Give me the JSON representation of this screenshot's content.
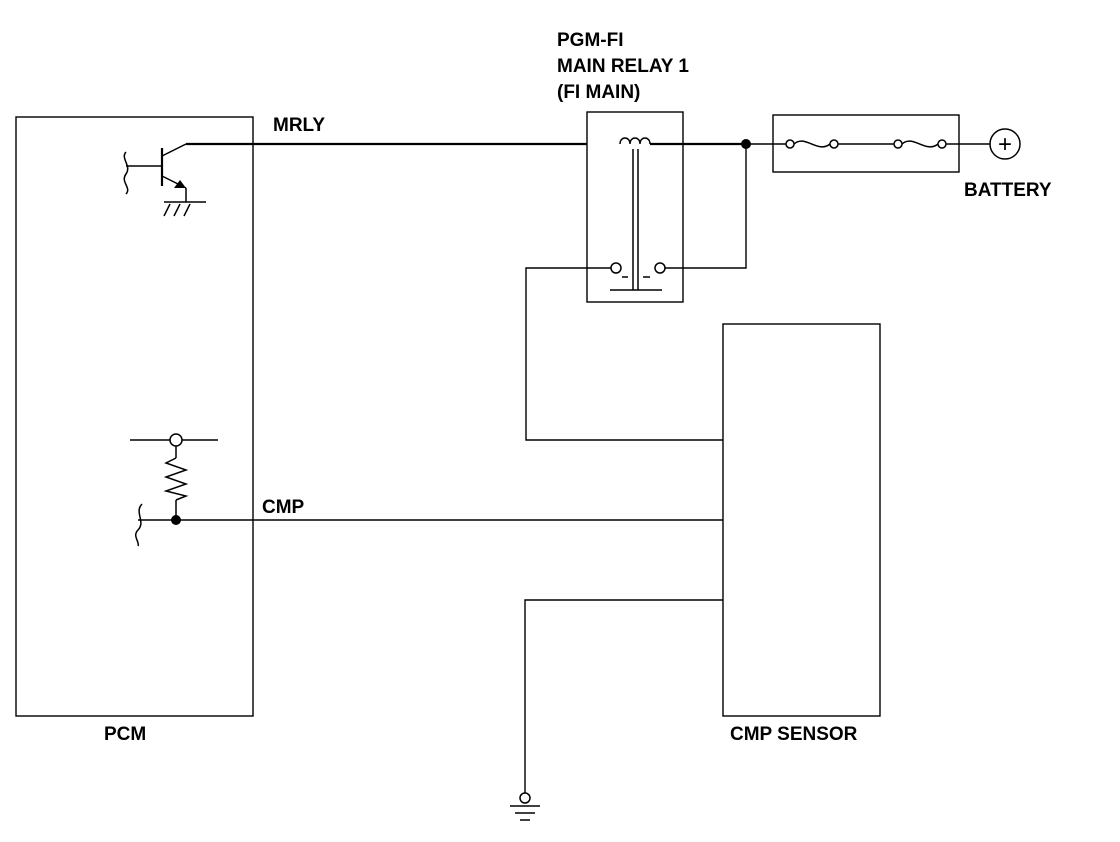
{
  "components": {
    "pcm": "PCM",
    "relay": [
      "PGM-FI",
      "MAIN RELAY 1",
      "(FI MAIN)"
    ],
    "battery": "BATTERY",
    "cmp_sensor": "CMP SENSOR"
  },
  "wires": {
    "mrly": "MRLY",
    "cmp": "CMP"
  },
  "symbols": {
    "battery_terminal": "+"
  }
}
